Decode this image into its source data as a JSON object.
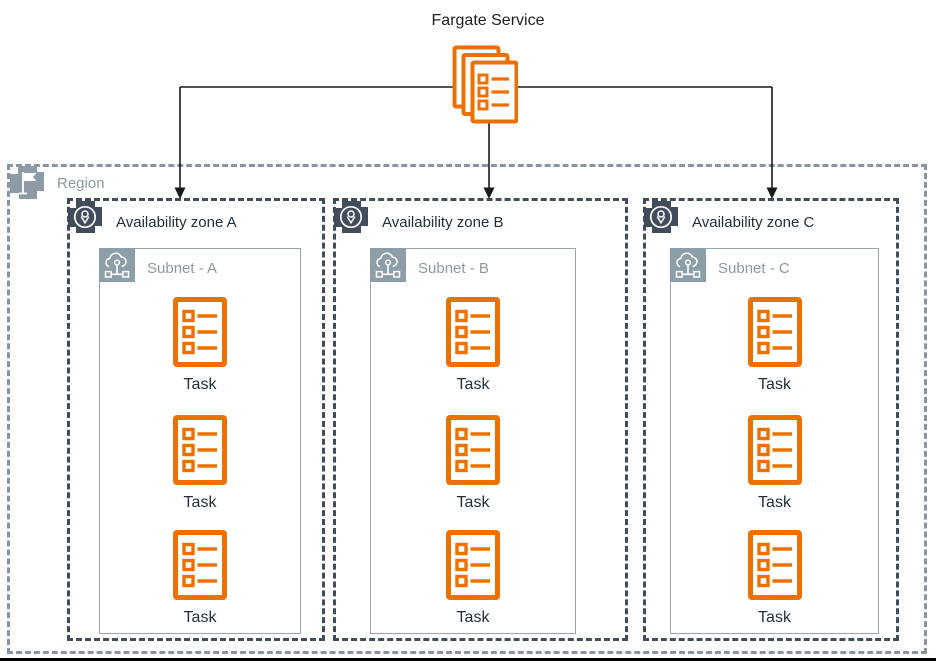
{
  "diagram_title": "Fargate Service",
  "colors": {
    "task_orange": "#ED7100",
    "zone_border_dark": "#414D5C",
    "region_gray": "#8996A2",
    "label_gray": "#8C99A3",
    "text_dark": "#232F3E",
    "arrow_black": "#1A1A1A"
  },
  "region": {
    "label": "Region",
    "icon": "region-flag-icon"
  },
  "zones": [
    {
      "label": "Availability zone A",
      "icon": "availability-zone-pin-icon",
      "subnet": {
        "label": "Subnet - A",
        "icon": "subnet-cloud-network-icon",
        "tasks": [
          "Task",
          "Task",
          "Task"
        ]
      }
    },
    {
      "label": "Availability zone B",
      "icon": "availability-zone-pin-icon",
      "subnet": {
        "label": "Subnet - B",
        "icon": "subnet-cloud-network-icon",
        "tasks": [
          "Task",
          "Task",
          "Task"
        ]
      }
    },
    {
      "label": "Availability zone C",
      "icon": "availability-zone-pin-icon",
      "subnet": {
        "label": "Subnet - C",
        "icon": "subnet-cloud-network-icon",
        "tasks": [
          "Task",
          "Task",
          "Task"
        ]
      }
    }
  ]
}
